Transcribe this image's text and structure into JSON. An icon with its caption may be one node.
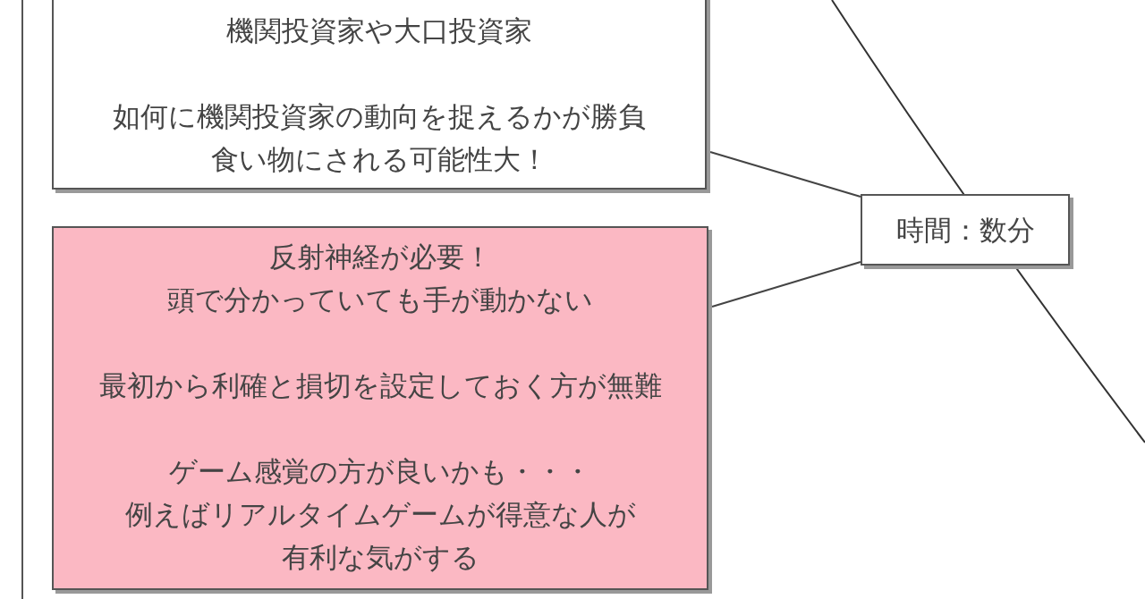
{
  "diagram": {
    "nodes": [
      {
        "text": [
          "機関投資家や大口投資家",
          "如何に機関投資家の動向を捉えるかが勝負",
          "食い物にされる可能性大！"
        ]
      },
      {
        "text": [
          "反射神経が必要！",
          "頭で分かっていても手が動かない",
          "最初から利確と損切を設定しておく方が無難",
          "ゲーム感覚の方が良いかも・・・",
          "例えばリアルタイムゲームが得意な人が",
          "有利な気がする"
        ]
      },
      {
        "text": [
          "時間：数分"
        ]
      }
    ],
    "edges": [
      {
        "from": 2,
        "to": 0,
        "arrow": "none"
      },
      {
        "from": 2,
        "to": 1,
        "arrow": "none"
      }
    ]
  }
}
